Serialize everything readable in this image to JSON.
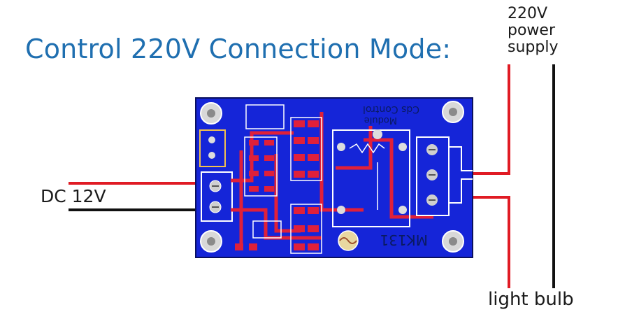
{
  "title": "Control 220V Connection Mode:",
  "labels": {
    "dc_input": "DC 12V",
    "power_supply_line1": "220V",
    "power_supply_line2": "power",
    "power_supply_line3": "supply",
    "load": "light bulb"
  },
  "board": {
    "silkscreen_line1": "Cds Control",
    "silkscreen_line2": "Module",
    "model": "MK131"
  },
  "colors": {
    "title": "#1f6fb0",
    "board": "#1525d8",
    "copper": "#e0203a",
    "live_wire": "#e01b24",
    "neutral_wire": "#111111"
  }
}
